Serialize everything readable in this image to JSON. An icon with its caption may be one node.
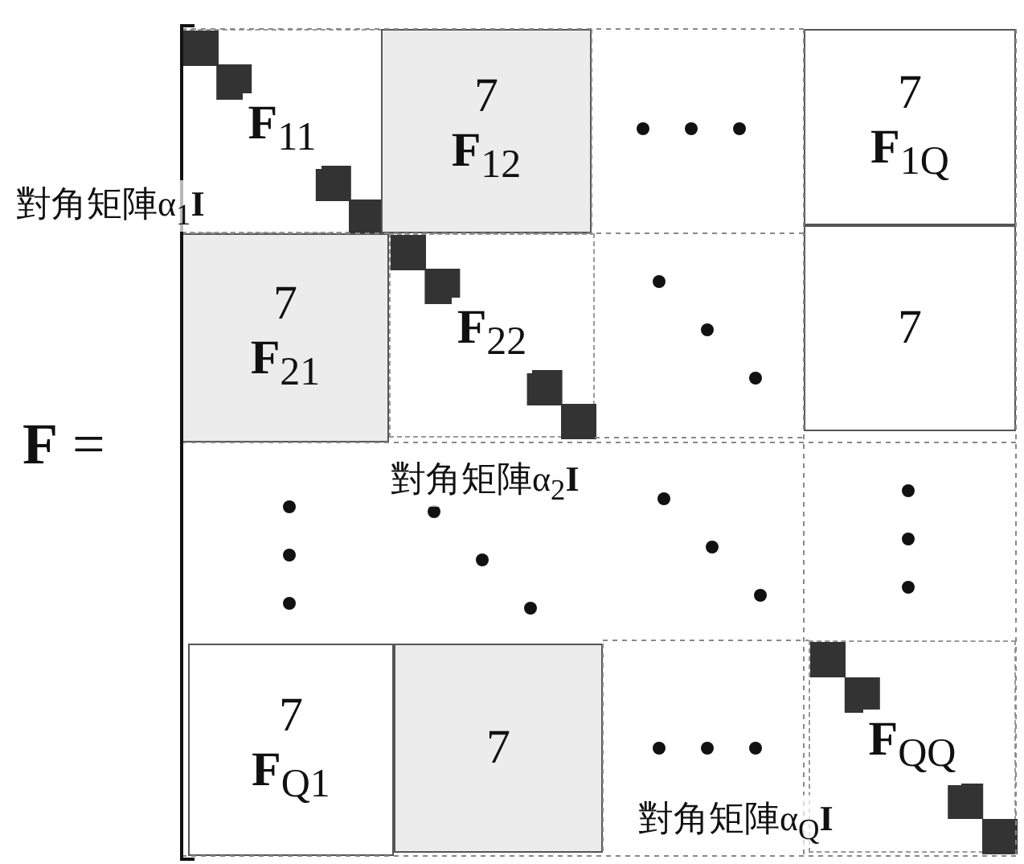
{
  "diagram": {
    "nodes": [
      {
        "text": [
          "**F**$_{11}$"
        ]
      },
      {
        "text": [
          "7",
          "**F**$_{12}$"
        ]
      },
      {
        "text": [
          "7",
          "**F**$_{1Q}$"
        ]
      },
      {
        "text": [
          "7",
          "**F**$_{21}$"
        ]
      },
      {
        "text": [
          "**F**$_{22}$"
        ]
      },
      {
        "text": [
          "7"
        ]
      },
      {
        "text": [
          "7",
          "**F**$_{Q1}$"
        ]
      },
      {
        "text": [
          "7"
        ]
      },
      {
        "text": [
          "**F**$_{QQ}$"
        ]
      }
    ],
    "edges": [],
    "labels": [
      "**F** =",
      "對角矩陣α$_{1}$**I**",
      "對角矩陣α$_{2}$**I**",
      "對角矩陣α$_{Q}$**I**"
    ]
  }
}
